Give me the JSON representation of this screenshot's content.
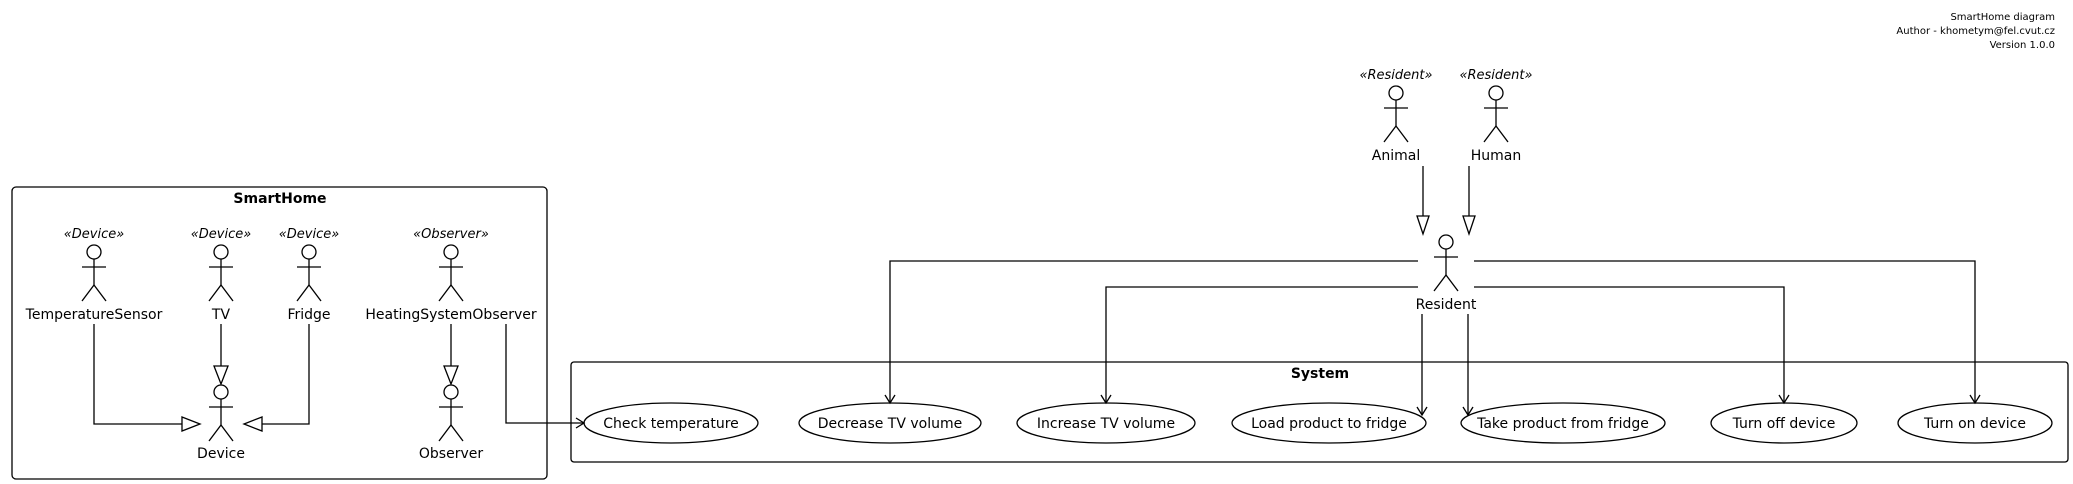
{
  "header": {
    "title": "SmartHome  diagram",
    "author": "Author - khometym@fel.cvut.cz",
    "version": "Version 1.0.0"
  },
  "packages": {
    "smarthome": {
      "title": "SmartHome"
    },
    "system": {
      "title": "System"
    }
  },
  "actors": {
    "temperature_sensor": {
      "stereotype": "«Device»",
      "name": "TemperatureSensor"
    },
    "tv": {
      "stereotype": "«Device»",
      "name": "TV"
    },
    "fridge": {
      "stereotype": "«Device»",
      "name": "Fridge"
    },
    "heating_observer": {
      "stereotype": "«Observer»",
      "name": "HeatingSystemObserver"
    },
    "device": {
      "name": "Device"
    },
    "observer": {
      "name": "Observer"
    },
    "animal": {
      "stereotype": "«Resident»",
      "name": "Animal"
    },
    "human": {
      "stereotype": "«Resident»",
      "name": "Human"
    },
    "resident": {
      "name": "Resident"
    }
  },
  "use_cases": {
    "check_temperature": "Check temperature",
    "decrease_tv_volume": "Decrease TV volume",
    "increase_tv_volume": "Increase TV volume",
    "load_product": "Load product to fridge",
    "take_product": "Take product from fridge",
    "turn_off": "Turn off device",
    "turn_on": "Turn on device"
  }
}
